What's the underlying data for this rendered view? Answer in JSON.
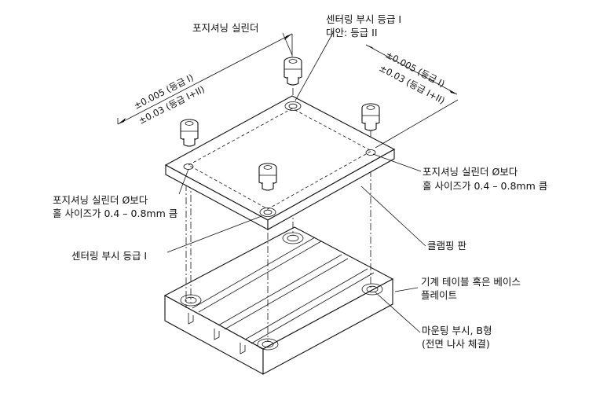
{
  "labels": {
    "positioning_cylinder": "포지셔닝 실린더",
    "centering_grade1": "센터링 부시 등급 I",
    "alt_grade2": "대안: 등급 II",
    "tol_left_1": "±0.005 (등급 I)",
    "tol_left_2": "±0.03 (등급 I+II)",
    "tol_right_1": "±0.005 (등급 I)",
    "tol_right_2": "±0.03 (등급 I+II)",
    "hole_note_right_1": "포지셔닝 실린더 Ø보다",
    "hole_note_right_2": "홀 사이즈가 0.4 – 0.8mm 큼",
    "hole_note_left_1": "포지셔닝 실린더 Ø보다",
    "hole_note_left_2": "홀 사이즈가 0.4 – 0.8mm 큼",
    "clamping_plate": "클램핑 판",
    "centering_grade1_lower": "센터링 부시 등급 I",
    "machine_table_1": "기계 테이블 혹은 베이스",
    "machine_table_2": "플레이트",
    "mounting_bush_1": "마운팅 부시, B형",
    "mounting_bush_2": "(전면 나사 체결)"
  }
}
